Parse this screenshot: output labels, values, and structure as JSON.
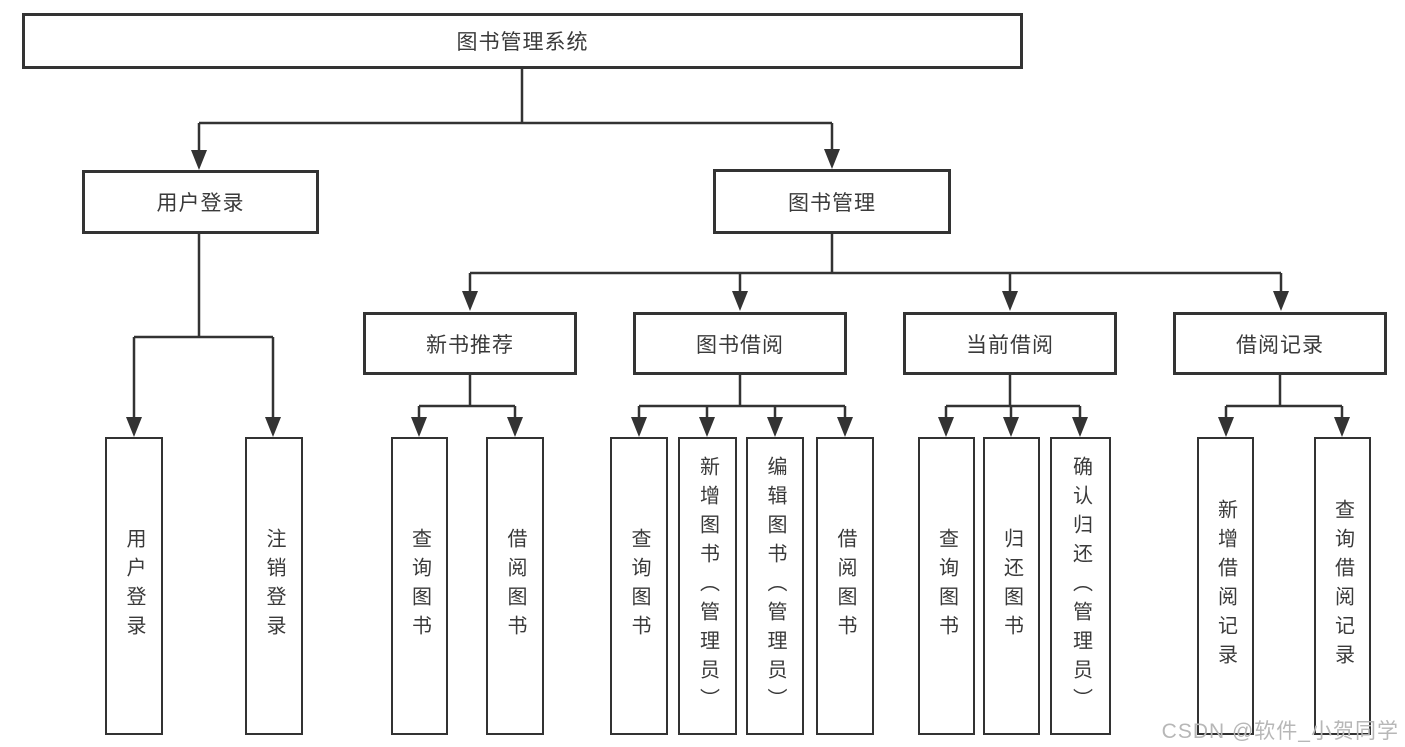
{
  "diagram": {
    "root": "图书管理系统",
    "level2": [
      "用户登录",
      "图书管理"
    ],
    "level3": [
      "新书推荐",
      "图书借阅",
      "当前借阅",
      "借阅记录"
    ],
    "leaves": {
      "user": [
        "用户登录",
        "注销登录"
      ],
      "recommend": [
        "查询图书",
        "借阅图书"
      ],
      "borrow": [
        "查询图书",
        "新增图书（管理员）",
        "编辑图书（管理员）",
        "借阅图书"
      ],
      "current": [
        "查询图书",
        "归还图书",
        "确认归还（管理员）"
      ],
      "records": [
        "新增借阅记录",
        "查询借阅记录"
      ]
    }
  },
  "colors": {
    "line": "#333333",
    "text": "#3a3a3a",
    "watermark": "#b7b7b7"
  },
  "watermark": "CSDN @软件_小贺同学"
}
